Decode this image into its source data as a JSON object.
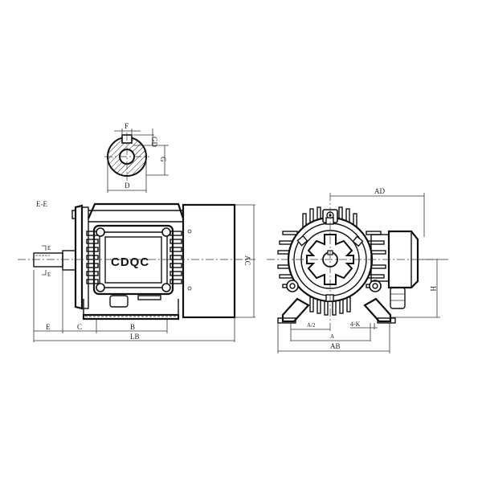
{
  "diagram": {
    "type": "motor-outline-dimension-drawing",
    "brand_label": "CDQC",
    "shaft_section": {
      "view_label": "E-E",
      "dimensions": {
        "key_width": "F",
        "key_height": "GD",
        "shaft_height": "G",
        "shaft_diameter": "D"
      }
    },
    "side_view": {
      "dimensions": {
        "shaft_extension": "E",
        "shaft_to_foot": "C",
        "foot_hole_spacing": "B",
        "overall_length": "LB",
        "overall_height": "AC",
        "section_marker_top": "E",
        "section_marker_bottom": "E"
      }
    },
    "end_view": {
      "dimensions": {
        "terminal_box_offset": "AD",
        "center_height": "H",
        "half_foot_spacing": "A/2",
        "foot_holes": "4-K",
        "foot_spacing": "A",
        "overall_width": "AB"
      }
    }
  }
}
